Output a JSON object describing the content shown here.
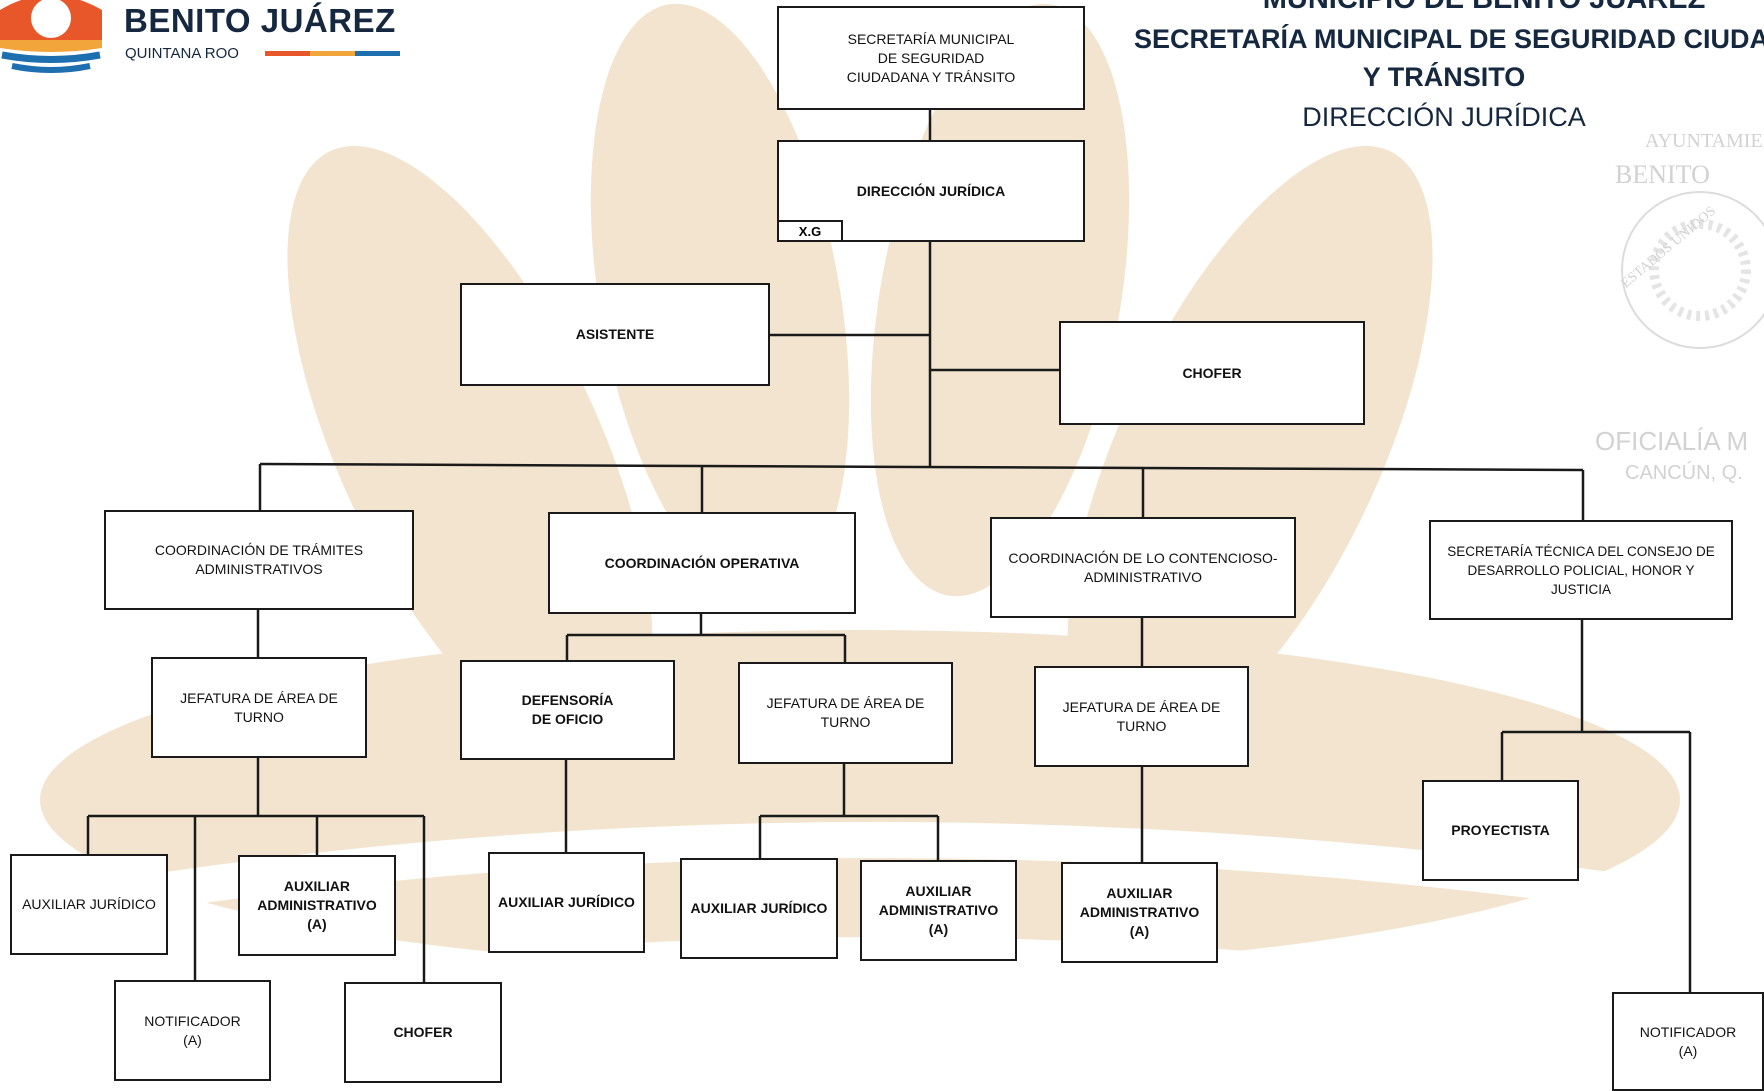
{
  "logo": {
    "name": "BENITO JUÁREZ",
    "state": "QUINTANA ROO",
    "colors": {
      "sun": "#e8572a",
      "sun_light": "#f2a53a",
      "water": "#1e6fb0",
      "navy": "#15283f"
    }
  },
  "header": {
    "municipality": "MUNICIPIO DE BENITO JUÁREZ",
    "secretariat_line1": "SECRETARÍA MUNICIPAL DE SEGURIDAD CIUDADANA",
    "secretariat_line2": "Y TRÁNSITO",
    "direction": "DIRECCIÓN JURÍDICA"
  },
  "stamp": {
    "line1": "AYUNTAMIENTO",
    "line2": "BENITO",
    "line3": "ESTADOS UNIDOS",
    "line4": "OFICIALÍA M",
    "line5": "CANCÚN, Q."
  },
  "org": {
    "secretaria": "SECRETARÍA MUNICIPAL\nDE SEGURIDAD\nCIUDADANA Y TRÁNSITO",
    "direccion": "DIRECCIÓN JURÍDICA",
    "direccion_tag": "X.G",
    "asistente": "ASISTENTE",
    "chofer_top": "CHOFER",
    "coord_tramites": "COORDINACIÓN DE TRÁMITES\nADMINISTRATIVOS",
    "coord_operativa": "COORDINACIÓN OPERATIVA",
    "coord_contencioso": "COORDINACIÓN DE LO CONTENCIOSO-\nADMINISTRATIVO",
    "sec_tecnica": "SECRETARÍA TÉCNICA DEL CONSEJO DE\nDESARROLLO POLICIAL, HONOR Y JUSTICIA",
    "jef_tramites": "JEFATURA DE ÁREA DE TURNO",
    "defensoria": "DEFENSORÍA\nDE OFICIO",
    "jef_operativa": "JEFATURA DE ÁREA DE TURNO",
    "jef_contencioso": "JEFATURA DE ÁREA DE TURNO",
    "proyectista": "PROYECTISTA",
    "aux_juridico_1": "AUXILIAR JURÍDICO",
    "aux_admin_1": "AUXILIAR\nADMINISTRATIVO\n(A)",
    "notificador_1": "NOTIFICADOR\n(A)",
    "chofer_bottom": "CHOFER",
    "aux_juridico_def": "AUXILIAR JURÍDICO",
    "aux_juridico_op": "AUXILIAR JURÍDICO",
    "aux_admin_op": "AUXILIAR\nADMINISTRATIVO\n(A)",
    "aux_admin_cont": "AUXILIAR\nADMINISTRATIVO\n(A)",
    "notificador_st": "NOTIFICADOR\n(A)"
  }
}
